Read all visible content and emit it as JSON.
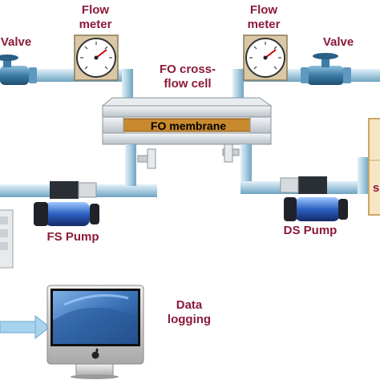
{
  "labels": {
    "valve_left": "Valve",
    "flow_meter_left": [
      "Flow",
      "meter"
    ],
    "flow_meter_right": [
      "Flow",
      "meter"
    ],
    "valve_right": "Valve",
    "cell": [
      "FO cross-",
      "flow cell"
    ],
    "membrane": "FO membrane",
    "fs_pump": "FS Pump",
    "ds_pump": "DS Pump",
    "data_logging": [
      "Data",
      "logging"
    ],
    "right_edge_fragment": "s"
  },
  "colors": {
    "label": "#8b1a3a",
    "pipe": "#a9cde0",
    "valve": "#4f8fb8",
    "membrane": "#c98a2e",
    "cell": "#d8dde2"
  },
  "icons": [
    "flow-meter-gauge-icon",
    "valve-icon",
    "pump-icon",
    "computer-monitor-icon",
    "arrow-right-icon",
    "apple-logo-icon"
  ]
}
